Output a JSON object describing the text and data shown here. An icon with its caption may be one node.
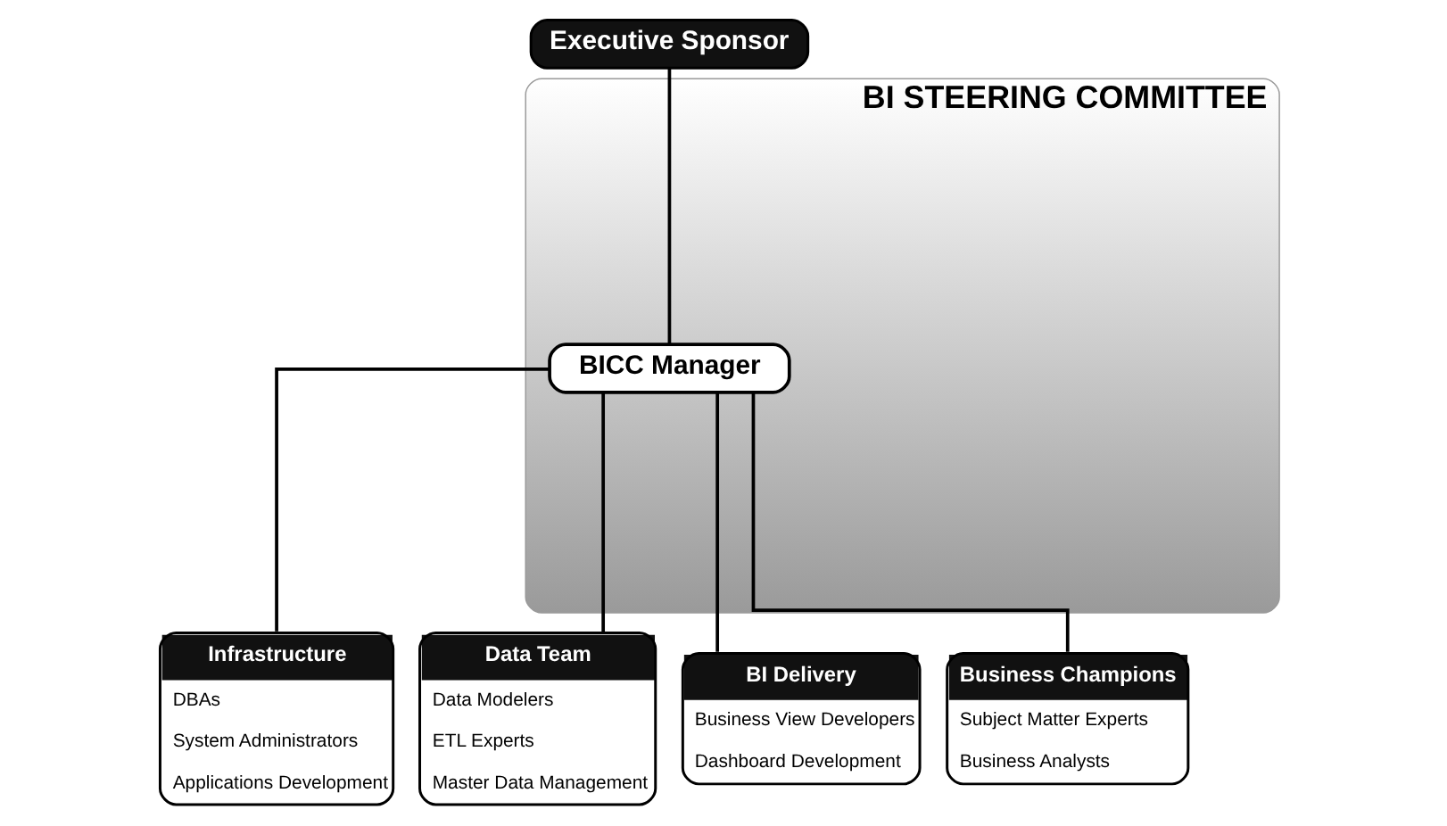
{
  "diagram": {
    "nodes": [
      {
        "text": [
          "Executive Sponsor"
        ]
      },
      {
        "text": [
          "BI STEERING COMMITTEE"
        ]
      },
      {
        "text": [
          "BICC Manager"
        ],
        "in": 1
      },
      {
        "text": [
          "Infrastructure",
          "DBAs",
          "System Administrators",
          "Applications Development"
        ]
      },
      {
        "text": [
          "Data Team",
          "Data Modelers",
          "ETL Experts",
          "Master Data Management"
        ]
      },
      {
        "text": [
          "BI Delivery",
          "Business View Developers",
          "Dashboard Development"
        ]
      },
      {
        "text": [
          "Business Champions",
          "Subject Matter Experts",
          "Business Analysts"
        ]
      }
    ],
    "edges": [
      {
        "from": 0,
        "to": 2,
        "arrow": "none"
      },
      {
        "from": 2,
        "to": 3,
        "arrow": "none"
      },
      {
        "from": 2,
        "to": 4,
        "arrow": "none"
      },
      {
        "from": 2,
        "to": 5,
        "arrow": "none"
      },
      {
        "from": 2,
        "to": 6,
        "arrow": "none"
      }
    ]
  }
}
